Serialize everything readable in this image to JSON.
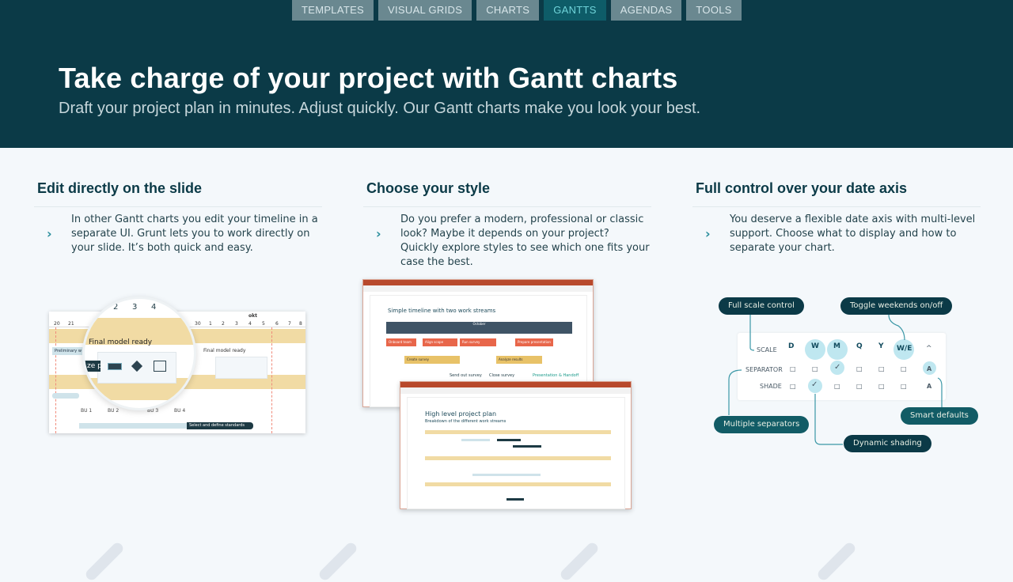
{
  "nav": {
    "items": [
      {
        "label": "TEMPLATES"
      },
      {
        "label": "VISUAL GRIDS"
      },
      {
        "label": "CHARTS"
      },
      {
        "label": "GANTTS",
        "active": true
      },
      {
        "label": "AGENDAS"
      },
      {
        "label": "TOOLS"
      }
    ]
  },
  "hero": {
    "title": "Take charge of your project with Gantt charts",
    "subtitle": "Draft your project plan in minutes. Adjust quickly. Our Gantt charts make you look your best."
  },
  "features": [
    {
      "title": "Edit directly on the slide",
      "text": "In other Gantt charts you edit your timeline in a separate UI. Grunt lets you to work directly on your slide. It’s both quick and easy."
    },
    {
      "title": "Choose your style",
      "text": "Do you prefer a modern, professional or classic look? Maybe it depends on your project? Quickly explore styles to see which one fits your case the best."
    },
    {
      "title": "Full control over your date axis",
      "text": "You deserve a flexible date axis with multi-level support. Choose what to display and how to separate your chart."
    }
  ],
  "edit_illustration": {
    "month": "okt",
    "days": [
      "20",
      "21",
      "30",
      "1",
      "2",
      "3",
      "4",
      "5",
      "6",
      "7",
      "8"
    ],
    "zoom_days": [
      "2",
      "3",
      "4"
    ],
    "milestone": "Final model ready",
    "bar1": "Preliminary w",
    "bar2": "ze pr",
    "bus": [
      "BU 1",
      "BU 2",
      "BU 3",
      "BU 4"
    ],
    "task": "Select and define standards"
  },
  "style_illustration": {
    "slide1_title": "Simple timeline with two work streams",
    "slide1_month": "October",
    "slide1_tasks": [
      "Onboard team",
      "Align scope",
      "Run survey",
      "Prepare presentation",
      "Create survey",
      "Analyze results"
    ],
    "slide1_milestones": [
      "Send out survey",
      "Close survey",
      "Presentation & Handoff"
    ],
    "slide2_title": "High level project plan",
    "slide2_subtitle": "Breakdown of the different work streams"
  },
  "axis_illustration": {
    "rows": [
      "SCALE",
      "SEPARATOR",
      "SHADE"
    ],
    "scales": [
      "D",
      "W",
      "M",
      "Q",
      "Y",
      "W/E"
    ],
    "smart": "A",
    "callouts": {
      "full_scale": "Full scale control",
      "weekends": "Toggle weekends on/off",
      "separators": "Multiple separators",
      "smart_defaults": "Smart defaults",
      "shading": "Dynamic shading"
    }
  },
  "colors": {
    "header": "#0b3a47",
    "accent": "#2a8e9c",
    "nav_active_text": "#6fd3d9"
  }
}
